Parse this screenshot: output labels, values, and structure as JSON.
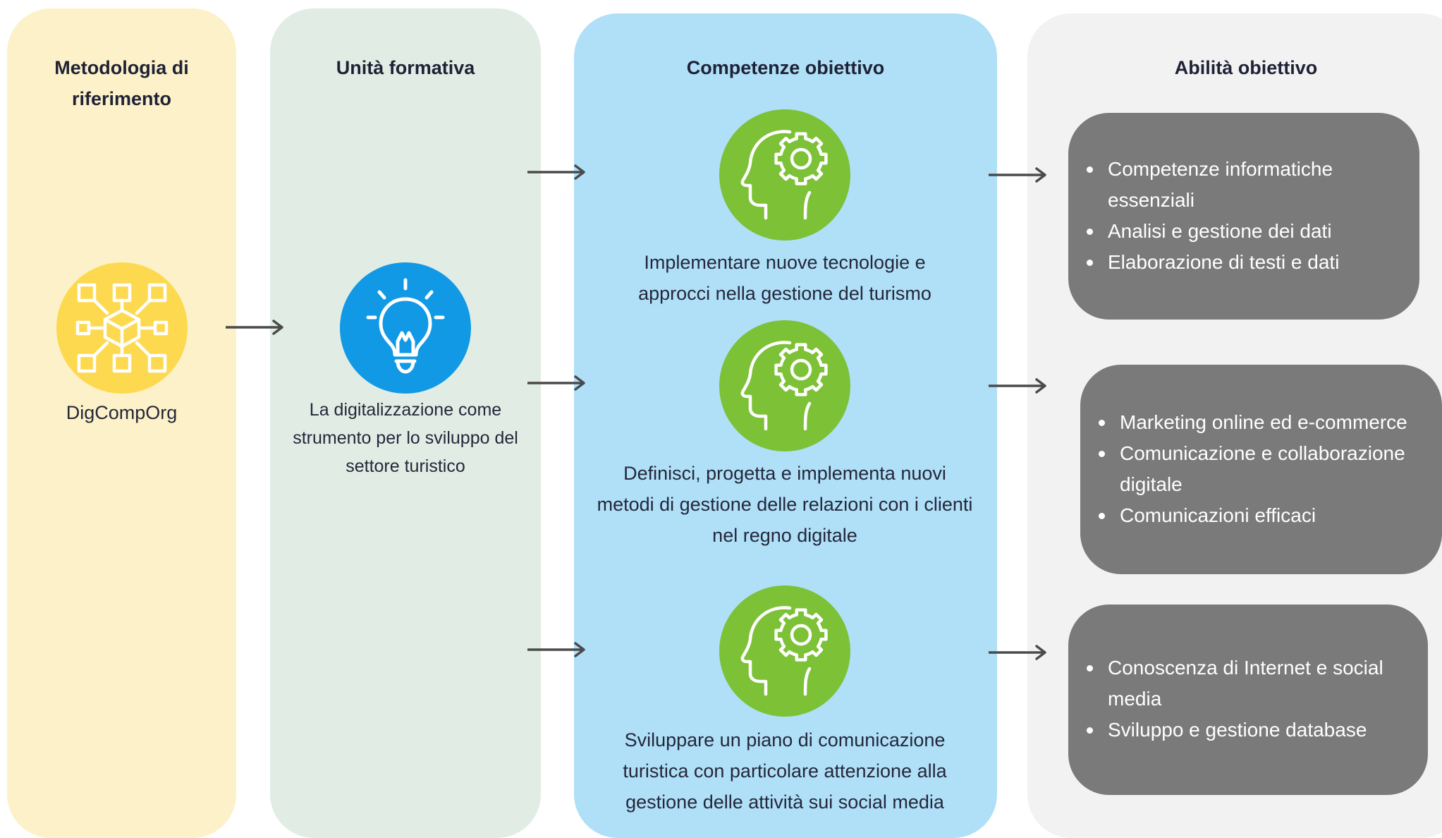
{
  "columns": {
    "methodology": {
      "heading": "Metodologia di riferimento",
      "item": {
        "icon": "network-cube-icon",
        "label": "DigCompOrg"
      }
    },
    "unit": {
      "heading": "Unità formativa",
      "item": {
        "icon": "lightbulb-icon",
        "label": "La digitalizzazione come strumento per lo sviluppo del settore turistico"
      }
    },
    "competence": {
      "heading": "Competenze obiettivo",
      "items": [
        {
          "icon": "head-gear-icon",
          "label": "Implementare nuove tecnologie e approcci nella gestione del turismo"
        },
        {
          "icon": "head-gear-icon",
          "label": "Definisci, progetta e implementa nuovi metodi di gestione delle relazioni con i clienti nel regno digitale"
        },
        {
          "icon": "head-gear-icon",
          "label": "Sviluppare un piano di comunicazione turistica con particolare attenzione alla gestione delle attività sui social media"
        }
      ]
    },
    "skills": {
      "heading": "Abilità obiettivo",
      "groups": [
        {
          "items": [
            "Competenze informatiche essenziali",
            "Analisi e gestione dei dati",
            "Elaborazione di testi e dati"
          ]
        },
        {
          "items": [
            "Marketing online ed e-commerce",
            "Comunicazione e collaborazione digitale",
            "Comunicazioni efficaci"
          ]
        },
        {
          "items": [
            "Conoscenza di Internet e social media",
            "Sviluppo e gestione database"
          ]
        }
      ]
    }
  },
  "colors": {
    "methodology_bg": "#fdf1c9",
    "unit_bg": "#e1ede4",
    "competence_bg": "#afe0f8",
    "skills_bg": "#f2f2f2",
    "skill_box": "#7a7a7a",
    "icon_yellow": "#fdd94f",
    "icon_blue": "#1199e6",
    "icon_green": "#7dc137",
    "arrow": "#4a4a4a"
  }
}
